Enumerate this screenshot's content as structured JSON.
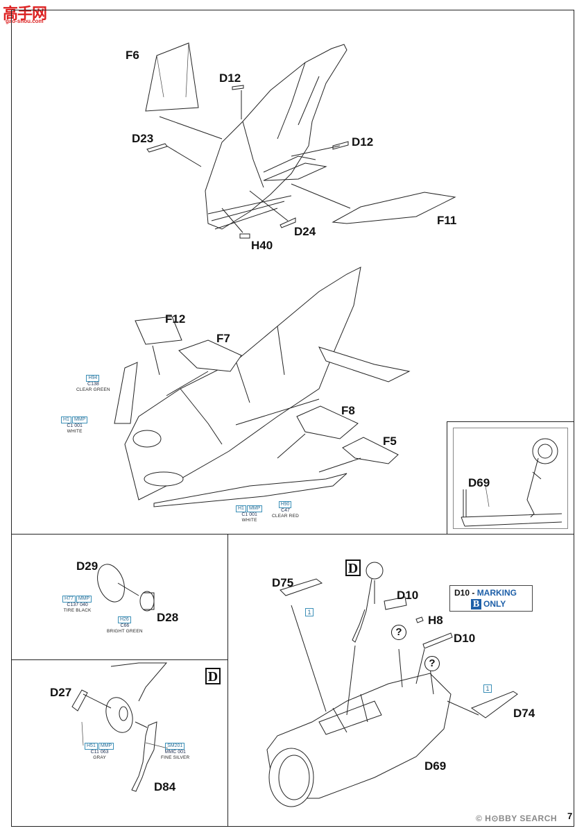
{
  "logo": {
    "text": "高手网",
    "sub": "gao-shou.com"
  },
  "top_section": {
    "parts": [
      "F6",
      "D12",
      "D12",
      "D23",
      "F11",
      "D24",
      "H40"
    ]
  },
  "middle_section": {
    "parts": [
      "F12",
      "F7",
      "F8",
      "F5"
    ],
    "paints": [
      {
        "codes": [
          "H94"
        ],
        "num": "C138",
        "name": "CLEAR GREEN"
      },
      {
        "codes": [
          "H1",
          "MMP"
        ],
        "num": "C1  001",
        "name": "WHITE"
      },
      {
        "codes": [
          "H1",
          "MMP"
        ],
        "num": "C1  001",
        "name": "WHITE"
      },
      {
        "codes": [
          "H90"
        ],
        "num": "C47",
        "name": "CLEAR RED"
      }
    ]
  },
  "inset": {
    "part": "D69"
  },
  "wheel_section": {
    "parts": [
      "D29",
      "D28"
    ],
    "paints": [
      {
        "codes": [
          "H77",
          "MMP"
        ],
        "num": "C137  040",
        "name": "TIRE BLACK"
      },
      {
        "codes": [
          "H26"
        ],
        "num": "C66",
        "name": "BRIGHT GREEN"
      }
    ]
  },
  "gear_section": {
    "step": "D",
    "parts": [
      "D27",
      "D84"
    ],
    "paints": [
      {
        "codes": [
          "H51",
          "MMP"
        ],
        "num": "C11  063",
        "name": "GRAY"
      },
      {
        "codes": [
          "SM201"
        ],
        "num": "MMC  001",
        "name": "FINE SILVER"
      }
    ]
  },
  "nose_section": {
    "step": "D",
    "parts": [
      "D75",
      "D10",
      "H8",
      "D10",
      "D74",
      "D69"
    ],
    "marking": {
      "code": "D10",
      "dash": " - ",
      "word": "MARKING",
      "letter": "B",
      "suffix": "ONLY"
    },
    "callouts": [
      "1",
      "1"
    ],
    "question": "?"
  },
  "footer": {
    "watermark": "© H⊙BBY SEARCH",
    "page": "7"
  }
}
